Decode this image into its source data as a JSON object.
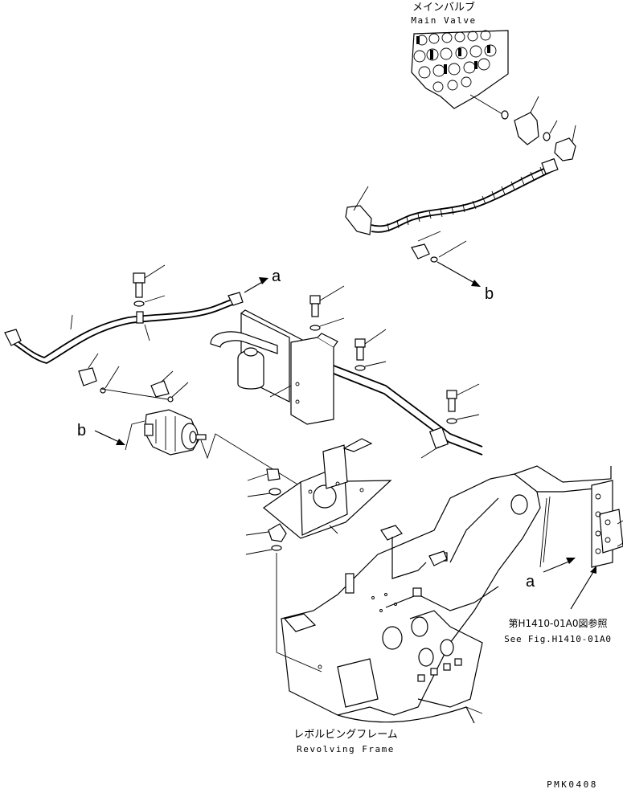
{
  "labels": {
    "main_valve_jp": "メインバルブ",
    "main_valve_en": "Main Valve",
    "revolving_frame_jp": "レボルビングフレーム",
    "revolving_frame_en": "Revolving Frame",
    "see_fig_jp": "第H1410-01A0図参照",
    "see_fig_en": "See Fig.H1410-01A0",
    "drawing_code": "PMK0408"
  },
  "connection_markers": {
    "a_top": "a",
    "b_right": "b",
    "b_left": "b",
    "a_bottom": "a"
  }
}
